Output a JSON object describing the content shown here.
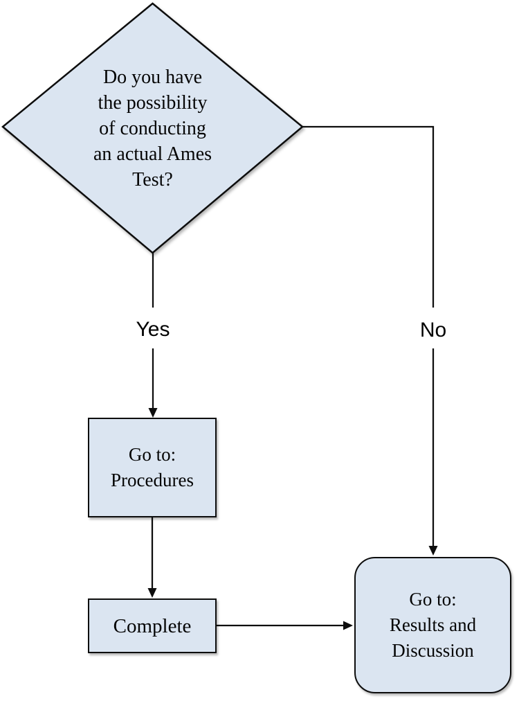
{
  "diagram": {
    "background_color": "#ffffff",
    "node_fill_color": "#dbe5f1",
    "node_border_color": "#0d0d0d",
    "connector_color": "#0d0d0d",
    "text_color": "#050505",
    "nodes": {
      "decision": {
        "shape": "diamond",
        "lines": [
          "Do you have",
          "the possibility",
          "of conducting",
          "an actual Ames",
          "Test?"
        ]
      },
      "procedures": {
        "shape": "rectangle",
        "lines": [
          "Go to:",
          "Procedures"
        ]
      },
      "complete": {
        "shape": "rectangle",
        "lines": [
          "Complete"
        ]
      },
      "results": {
        "shape": "rounded-rectangle",
        "lines": [
          "Go to:",
          "Results and",
          "Discussion"
        ]
      }
    },
    "edge_labels": {
      "yes": "Yes",
      "no": "No"
    }
  }
}
